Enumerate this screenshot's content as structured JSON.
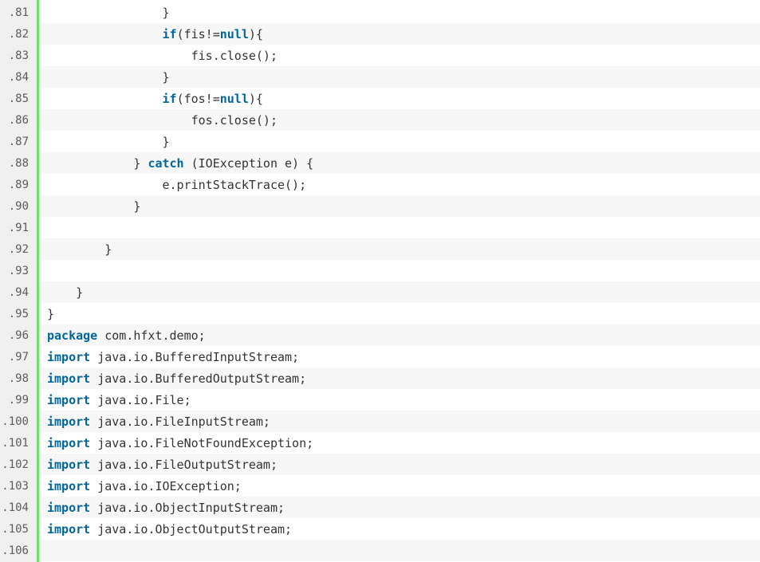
{
  "editor": {
    "lines": [
      {
        "num": "81.",
        "indent": "                ",
        "kw": "",
        "text": "}"
      },
      {
        "num": "82.",
        "indent": "                ",
        "kw": "if",
        "text": "(fis!=",
        "kw2": "null",
        "text2": "){"
      },
      {
        "num": "83.",
        "indent": "                    ",
        "kw": "",
        "text": "fis.close();"
      },
      {
        "num": "84.",
        "indent": "                ",
        "kw": "",
        "text": "}"
      },
      {
        "num": "85.",
        "indent": "                ",
        "kw": "if",
        "text": "(fos!=",
        "kw2": "null",
        "text2": "){"
      },
      {
        "num": "86.",
        "indent": "                    ",
        "kw": "",
        "text": "fos.close();"
      },
      {
        "num": "87.",
        "indent": "                ",
        "kw": "",
        "text": "}"
      },
      {
        "num": "88.",
        "indent": "            ",
        "kw": "",
        "text": "} ",
        "kw2": "catch",
        "text2": " (IOException e) {"
      },
      {
        "num": "89.",
        "indent": "                ",
        "kw": "",
        "text": "e.printStackTrace();"
      },
      {
        "num": "90.",
        "indent": "            ",
        "kw": "",
        "text": "}"
      },
      {
        "num": "91.",
        "indent": "",
        "kw": "",
        "text": ""
      },
      {
        "num": "92.",
        "indent": "        ",
        "kw": "",
        "text": "}"
      },
      {
        "num": "93.",
        "indent": "",
        "kw": "",
        "text": ""
      },
      {
        "num": "94.",
        "indent": "    ",
        "kw": "",
        "text": "}"
      },
      {
        "num": "95.",
        "indent": "",
        "kw": "",
        "text": "}"
      },
      {
        "num": "96.",
        "indent": "",
        "kw": "package",
        "text": " com.hfxt.demo;"
      },
      {
        "num": "97.",
        "indent": "",
        "kw": "import",
        "text": " java.io.BufferedInputStream;"
      },
      {
        "num": "98.",
        "indent": "",
        "kw": "import",
        "text": " java.io.BufferedOutputStream;"
      },
      {
        "num": "99.",
        "indent": "",
        "kw": "import",
        "text": " java.io.File;"
      },
      {
        "num": "100.",
        "indent": "",
        "kw": "import",
        "text": " java.io.FileInputStream;"
      },
      {
        "num": "101.",
        "indent": "",
        "kw": "import",
        "text": " java.io.FileNotFoundException;"
      },
      {
        "num": "102.",
        "indent": "",
        "kw": "import",
        "text": " java.io.FileOutputStream;"
      },
      {
        "num": "103.",
        "indent": "",
        "kw": "import",
        "text": " java.io.IOException;"
      },
      {
        "num": "104.",
        "indent": "",
        "kw": "import",
        "text": " java.io.ObjectInputStream;"
      },
      {
        "num": "105.",
        "indent": "",
        "kw": "import",
        "text": " java.io.ObjectOutputStream;"
      },
      {
        "num": "106.",
        "indent": "",
        "kw": "",
        "text": ""
      }
    ]
  },
  "colors": {
    "keyword": "#006699",
    "text": "#333333",
    "line_number": "#5c5c5c",
    "gutter_rule": "#6ce26c",
    "alt_row": "#f7f7f7"
  }
}
